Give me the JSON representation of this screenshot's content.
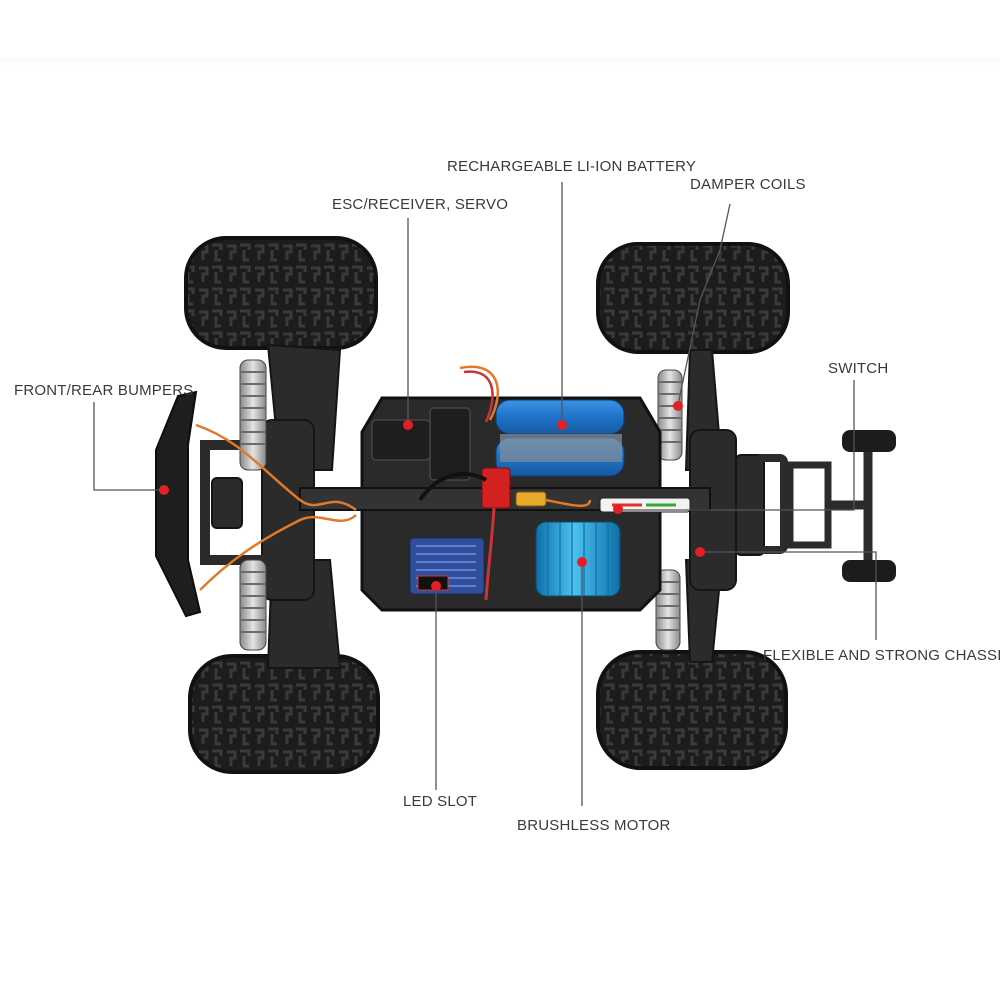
{
  "labels": {
    "battery": "RECHARGEABLE LI-ION BATTERY",
    "damper": "DAMPER COILS",
    "esc": "ESC/RECEIVER, SERVO",
    "switch": "SWITCH",
    "bumpers": "FRONT/REAR BUMPERS",
    "chassis": "FLEXIBLE AND STRONG CHASSIS",
    "led": "LED SLOT",
    "motor": "BRUSHLESS MOTOR"
  },
  "colors": {
    "marker": "#e41e26",
    "battery": "#1f73c8",
    "motor": "#1ea0d8",
    "chassis": "#2a2a2a",
    "tire": "#1c1c1c",
    "wire_orange": "#e07a2a"
  }
}
